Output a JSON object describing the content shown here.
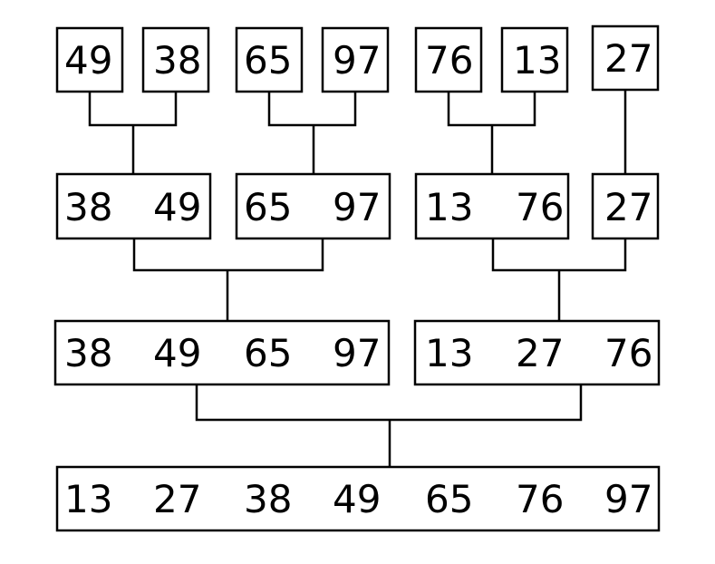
{
  "merge_sort": {
    "level0": [
      [
        "49"
      ],
      [
        "38"
      ],
      [
        "65"
      ],
      [
        "97"
      ],
      [
        "76"
      ],
      [
        "13"
      ],
      [
        "27"
      ]
    ],
    "level1": [
      [
        "38",
        "49"
      ],
      [
        "65",
        "97"
      ],
      [
        "13",
        "76"
      ],
      [
        "27"
      ]
    ],
    "level2": [
      [
        "38",
        "49",
        "65",
        "97"
      ],
      [
        "13",
        "27",
        "76"
      ]
    ],
    "level3": [
      [
        "13",
        "27",
        "38",
        "49",
        "65",
        "76",
        "97"
      ]
    ]
  }
}
